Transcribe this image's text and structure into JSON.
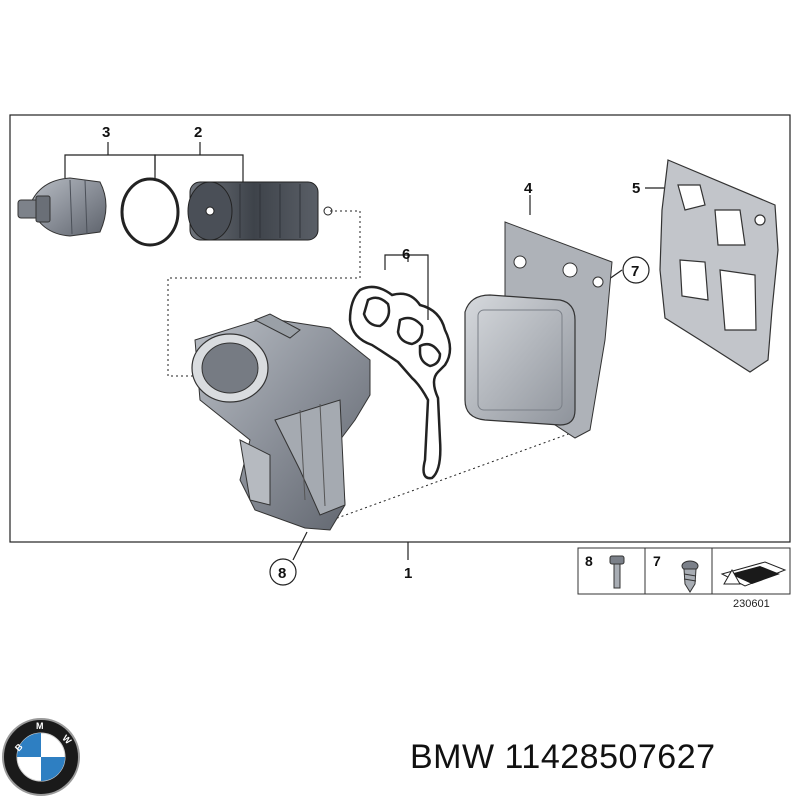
{
  "callouts": {
    "part1": "1",
    "part2": "2",
    "part3": "3",
    "part4": "4",
    "part5": "5",
    "part6": "6",
    "part7": "7",
    "part8": "8"
  },
  "legend": {
    "item8": "8",
    "item7": "7"
  },
  "diagram_ref": "230601",
  "caption": {
    "brand": "BMW",
    "part_number": "11428507627"
  },
  "logo": {
    "text": "BMW",
    "colors": {
      "ring": "#1a1a1a",
      "blue": "#2e7fc2",
      "white": "#ffffff",
      "rim": "#9a9a9a"
    }
  },
  "colors": {
    "line": "#222222",
    "part_dark": "#5f6570",
    "part_mid": "#8d939c",
    "part_light": "#c9ccd1"
  }
}
